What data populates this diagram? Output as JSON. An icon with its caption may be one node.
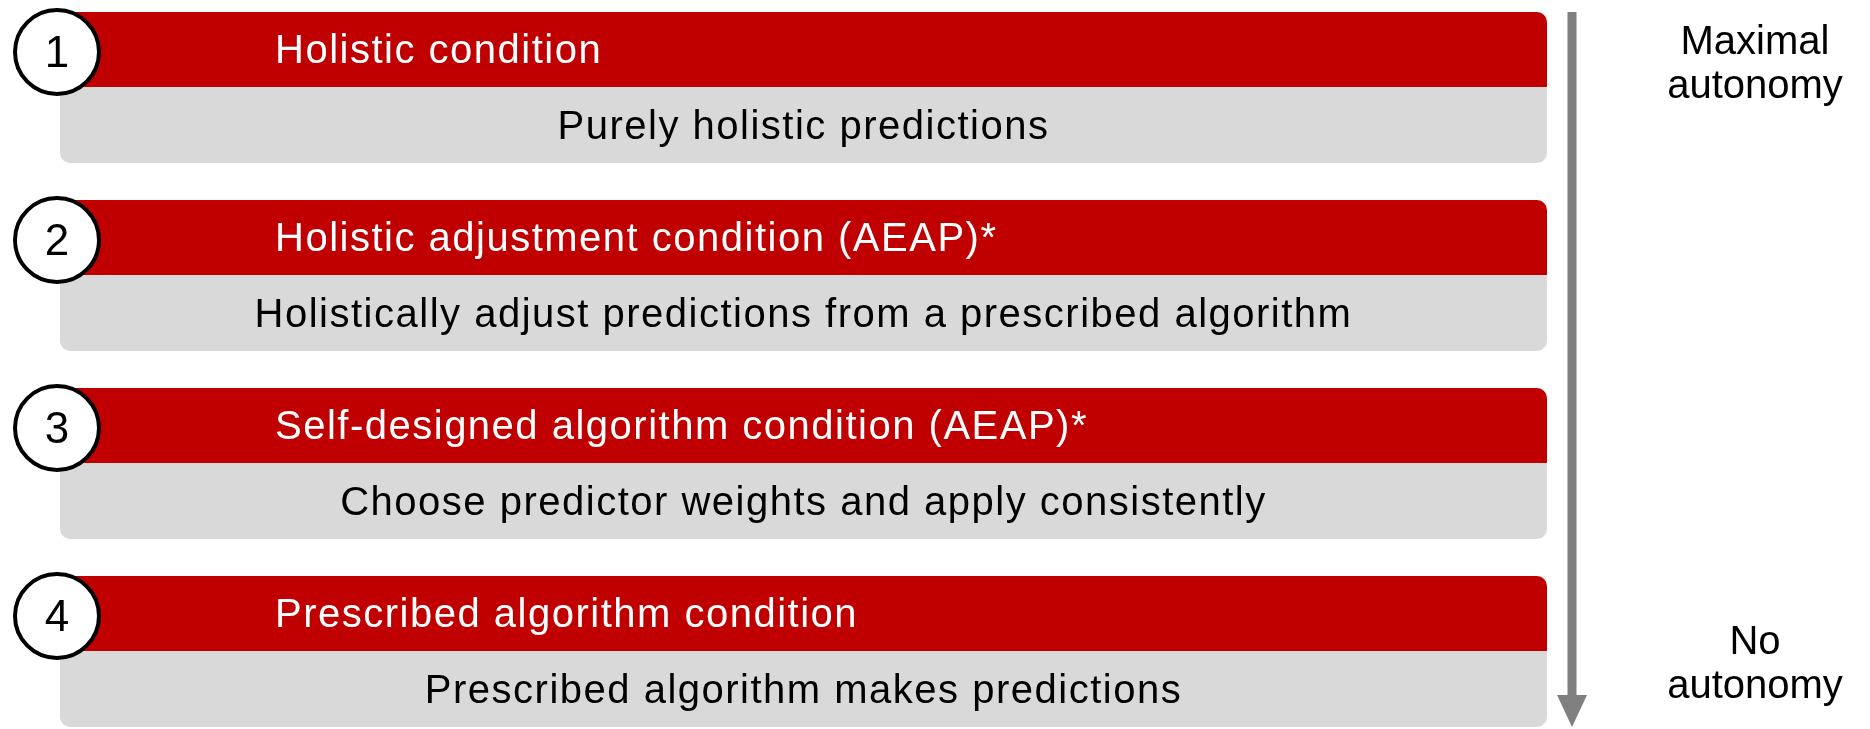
{
  "diagram": {
    "nodes": [
      {
        "text": [
          "1"
        ]
      },
      {
        "text": [
          "Holistic condition",
          "Purely holistic predictions"
        ]
      },
      {
        "text": [
          "2"
        ]
      },
      {
        "text": [
          "Holistic adjustment condition (AEAP)*",
          "Holistically adjust predictions from a prescribed algorithm"
        ]
      },
      {
        "text": [
          "3"
        ]
      },
      {
        "text": [
          "Self-designed algorithm condition (AEAP)*",
          "Choose predictor weights and apply consistently"
        ]
      },
      {
        "text": [
          "4"
        ]
      },
      {
        "text": [
          "Prescribed algorithm condition",
          "Prescribed algorithm makes predictions"
        ]
      }
    ],
    "edges": [],
    "labels": [
      "Maximal autonomy",
      "No autonomy"
    ]
  }
}
